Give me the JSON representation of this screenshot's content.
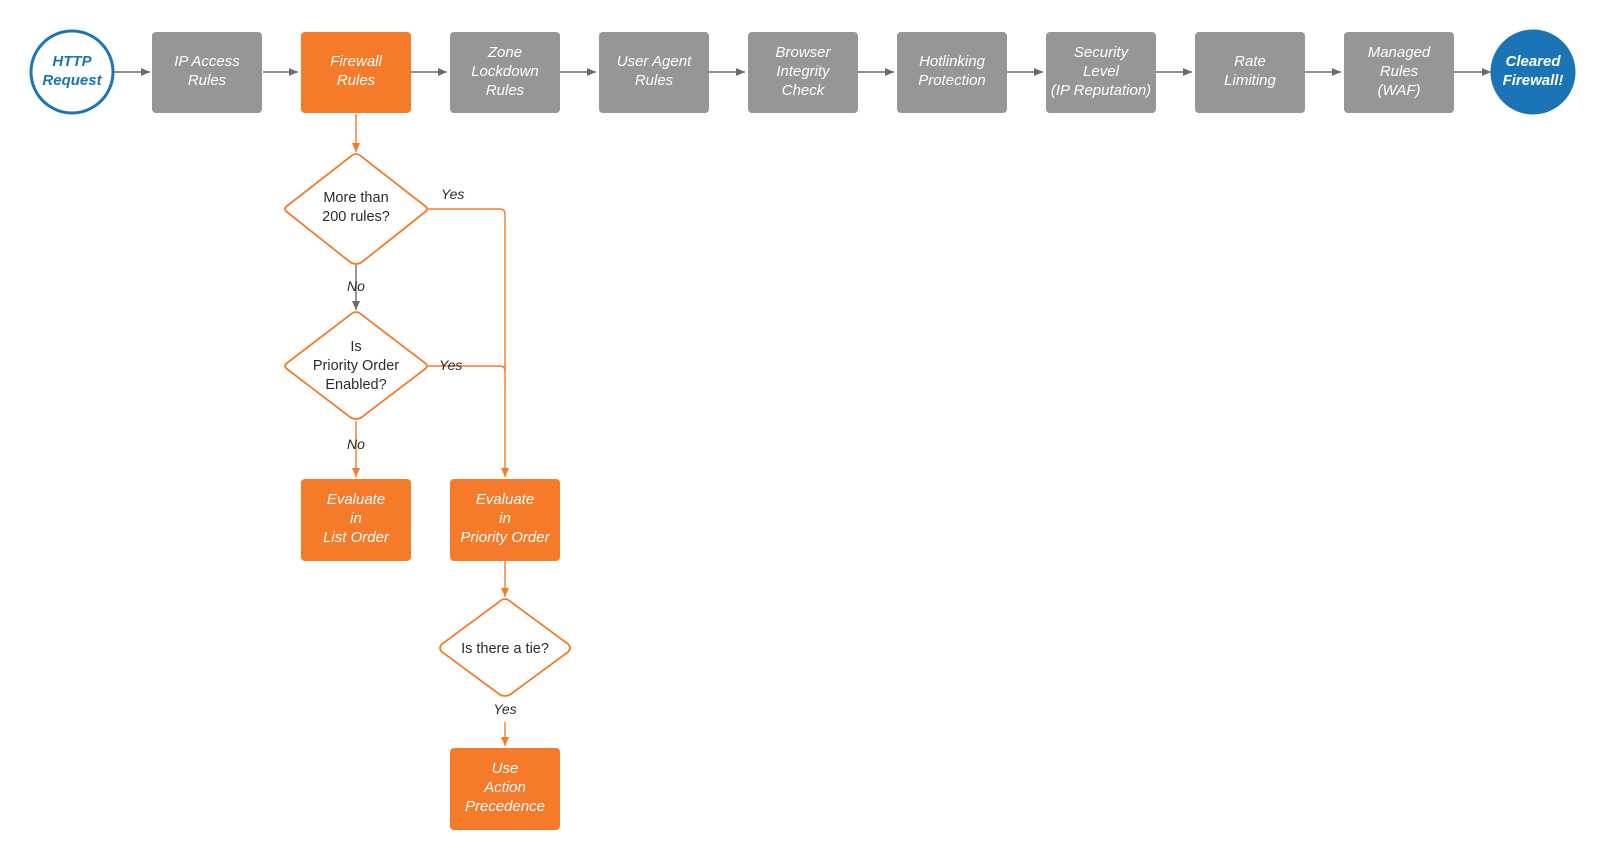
{
  "colors": {
    "orange": "#f57a29",
    "grey": "#969696",
    "blue": "#1a74b5",
    "line_grey": "#6b6b6b"
  },
  "pipeline": {
    "start": [
      "HTTP",
      "Request"
    ],
    "stages": [
      [
        "IP Access",
        "Rules"
      ],
      [
        "Firewall",
        "Rules"
      ],
      [
        "Zone",
        "Lockdown",
        "Rules"
      ],
      [
        "User Agent",
        "Rules"
      ],
      [
        "Browser",
        "Integrity",
        "Check"
      ],
      [
        "Hotlinking",
        "Protection"
      ],
      [
        "Security",
        "Level",
        "(IP Reputation)"
      ],
      [
        "Rate",
        "Limiting"
      ],
      [
        "Managed",
        "Rules",
        "(WAF)"
      ]
    ],
    "end": [
      "Cleared",
      "Firewall!"
    ]
  },
  "flow": {
    "decision_rules": [
      "More than",
      "200 rules?"
    ],
    "decision_priority": [
      "Is",
      "Priority Order",
      "Enabled?"
    ],
    "decision_tie": [
      "Is there a tie?"
    ],
    "eval_list": [
      "Evaluate",
      "in",
      "List Order"
    ],
    "eval_priority": [
      "Evaluate",
      "in",
      "Priority Order"
    ],
    "use_action": [
      "Use",
      "Action",
      "Precedence"
    ],
    "labels": {
      "yes_rules": "Yes",
      "no_rules": "No",
      "yes_priority": "Yes",
      "no_priority": "No",
      "yes_tie": "Yes"
    }
  }
}
